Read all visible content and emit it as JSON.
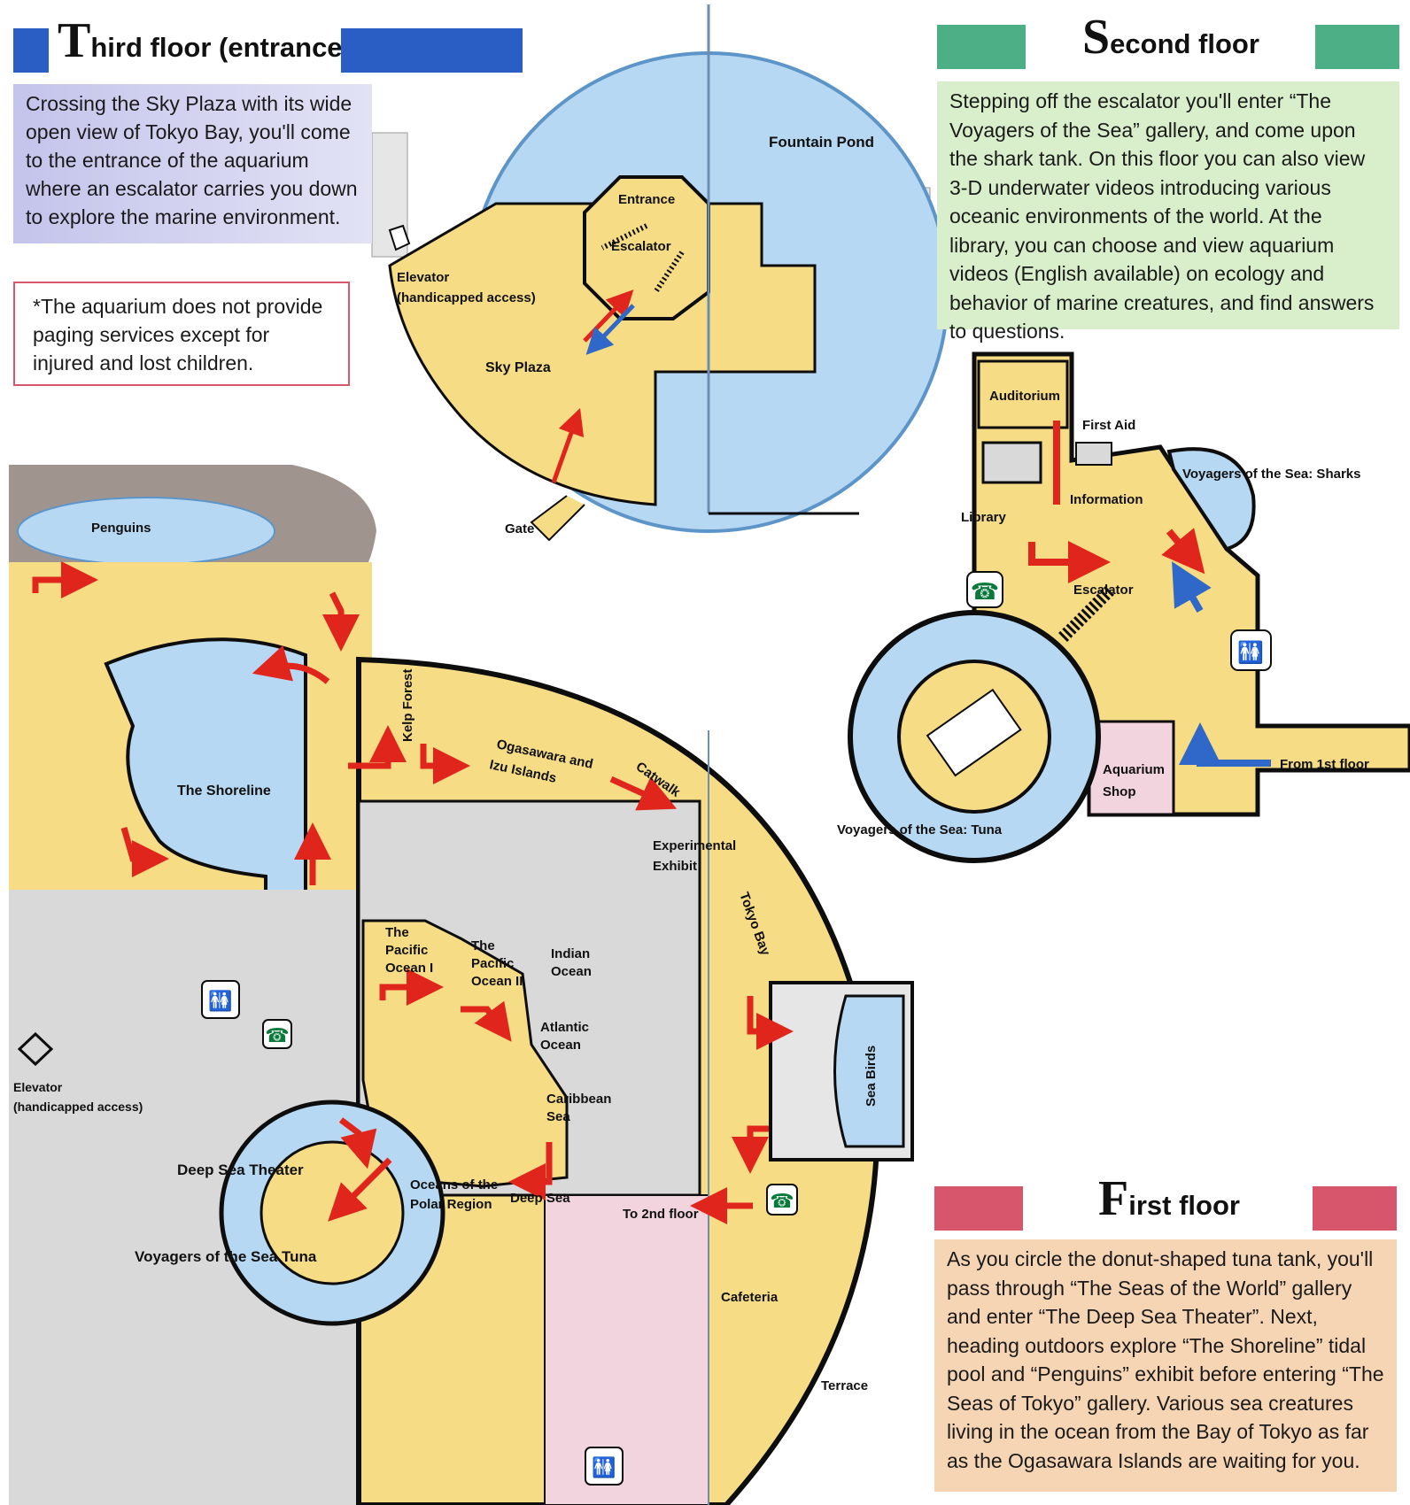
{
  "colors": {
    "third": "#2a5ec4",
    "second": "#4caf86",
    "first": "#d8566b",
    "floor": "#f6dc85",
    "water": "#b7d8f2",
    "building": "#d9d9d9",
    "cafe": "#f2d4de",
    "route_red": "#e0261c",
    "route_blue": "#2f68c8",
    "wall": "#0d0d0d"
  },
  "third_floor": {
    "heading_initial": "T",
    "heading_rest": "hird floor (entrance)",
    "description": "Crossing the Sky Plaza with its wide open view of Tokyo Bay, you'll come to the entrance of the aquarium where an escalator carries you down to explore the marine environment.",
    "note": "*The aquarium does not provide paging services except for injured and lost children.",
    "labels": {
      "fountain_pond": "Fountain Pond",
      "entrance": "Entrance",
      "escalator": "Escalator",
      "elevator": "Elevator",
      "elevator_sub": "(handicapped access)",
      "sky_plaza": "Sky Plaza",
      "gate": "Gate"
    }
  },
  "second_floor": {
    "heading_initial": "S",
    "heading_rest": "econd floor",
    "description": "Stepping off the escalator you'll enter “The Voyagers of the Sea” gallery, and come upon the shark tank. On this floor you can also view 3-D underwater videos introducing various oceanic environments of the world. At the library, you can choose and view aquarium videos (English available) on ecology and behavior of marine creatures, and find answers to questions.",
    "labels": {
      "auditorium": "Auditorium",
      "first_aid": "First Aid",
      "sharks": "Voyagers of the Sea: Sharks",
      "library": "Library",
      "information": "Information",
      "escalator": "Escalator",
      "aquarium": "Aquarium",
      "shop": "Shop",
      "from_1st": "From 1st floor",
      "tuna": "Voyagers of the Sea: Tuna"
    }
  },
  "first_floor": {
    "heading_initial": "F",
    "heading_rest": "irst floor",
    "description": "As you circle the donut-shaped tuna tank, you'll pass through “The Seas of the World” gallery and enter “The Deep Sea Theater”. Next, heading outdoors explore “The Shoreline” tidal pool and “Penguins” exhibit before entering “The Seas of Tokyo” gallery. Various sea creatures living in the ocean from the Bay of Tokyo as far as the Ogasawara Islands are waiting for you.",
    "labels": {
      "penguins": "Penguins",
      "shoreline": "The Shoreline",
      "kelp_forest": "Kelp Forest",
      "ogasawara_1": "Ogasawara and",
      "ogasawara_2": "Izu Islands",
      "catwalk": "Catwalk",
      "experimental_1": "Experimental",
      "experimental_2": "Exhibit",
      "tokyo_bay": "Tokyo Bay",
      "pacific1_1": "The",
      "pacific1_2": "Pacific",
      "pacific1_3": "Ocean I",
      "pacific2_1": "The",
      "pacific2_2": "Pacific",
      "pacific2_3": "Ocean II",
      "indian_1": "Indian",
      "indian_2": "Ocean",
      "atlantic_1": "Atlantic",
      "atlantic_2": "Ocean",
      "caribbean_1": "Caribbean",
      "caribbean_2": "Sea",
      "sea_birds": "Sea Birds",
      "elevator": "Elevator",
      "elevator_sub": "(handicapped access)",
      "deep_sea_theater": "Deep Sea Theater",
      "polar_1": "Oceans of the",
      "polar_2": "Polar Region",
      "deep_sea": "Deep Sea",
      "to_2nd": "To 2nd floor",
      "tuna": "Voyagers of the Sea Tuna",
      "cafeteria": "Cafeteria",
      "terrace": "Terrace"
    }
  }
}
